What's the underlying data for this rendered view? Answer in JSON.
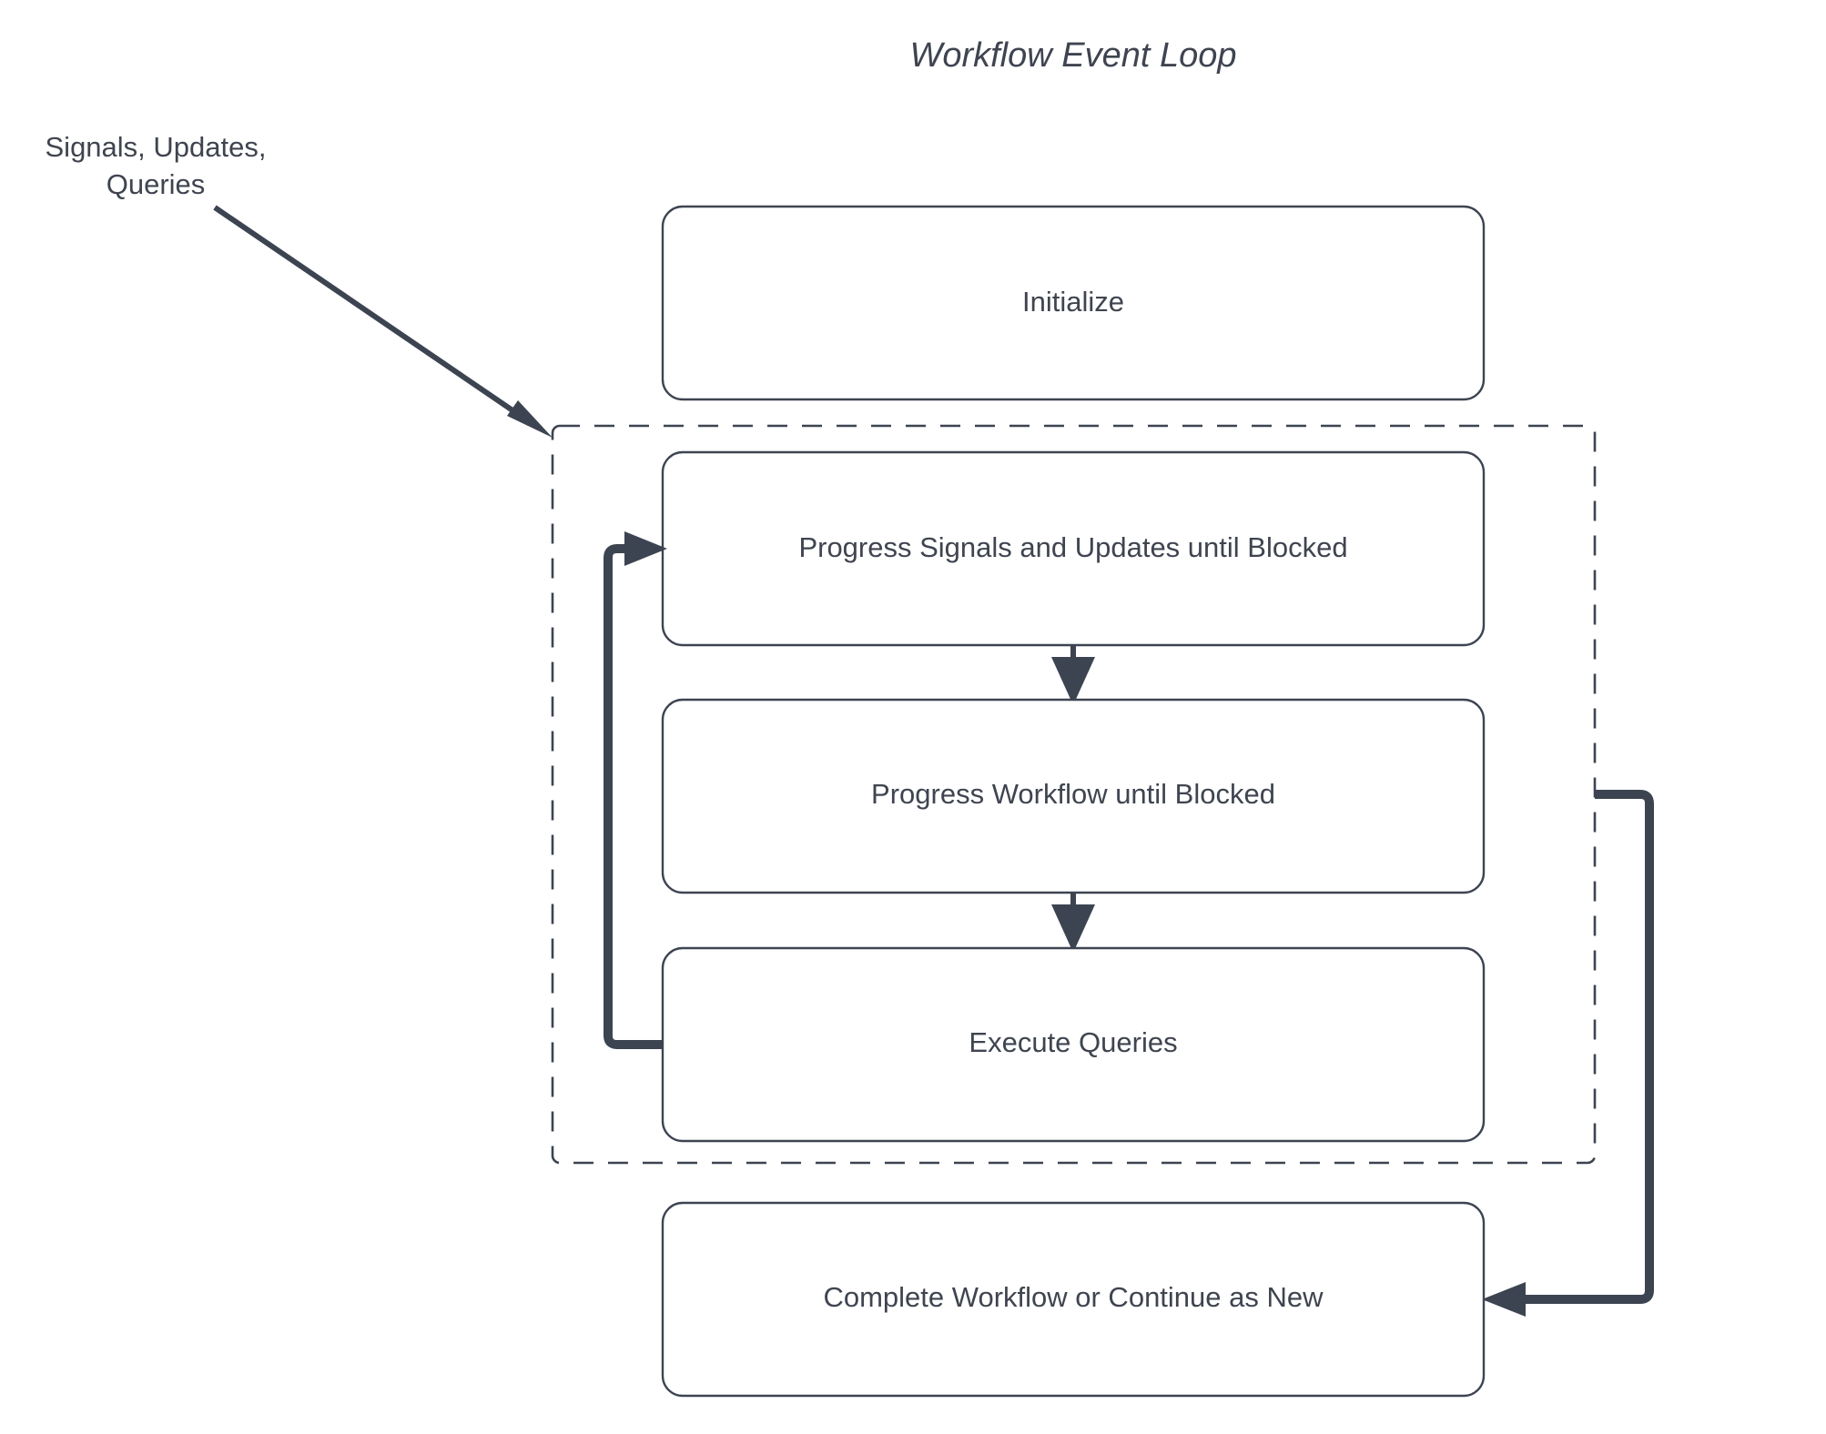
{
  "diagram": {
    "title": "Workflow Event Loop",
    "type": "flowchart",
    "background_color": "#ffffff",
    "stroke_color": "#3d4451",
    "text_color": "#3f4450",
    "external_input_label": {
      "line1": "Signals, Updates,",
      "line2": "Queries"
    },
    "nodes": [
      {
        "id": "initialize",
        "label": "Initialize",
        "shape": "rounded-rect",
        "inside_loop": false
      },
      {
        "id": "progress-signals",
        "label": "Progress Signals and Updates until Blocked",
        "shape": "rounded-rect",
        "inside_loop": true
      },
      {
        "id": "progress-workflow",
        "label": "Progress Workflow until Blocked",
        "shape": "rounded-rect",
        "inside_loop": true
      },
      {
        "id": "execute-queries",
        "label": "Execute Queries",
        "shape": "rounded-rect",
        "inside_loop": true
      },
      {
        "id": "complete-workflow",
        "label": "Complete Workflow or Continue as New",
        "shape": "rounded-rect",
        "inside_loop": false
      }
    ],
    "loop_container": {
      "id": "event-loop-group",
      "style": "dashed",
      "label": ""
    },
    "edges": [
      {
        "from": "external-input",
        "to": "event-loop-group",
        "style": "solid",
        "arrow": true
      },
      {
        "from": "progress-signals",
        "to": "progress-workflow",
        "style": "solid",
        "arrow": true
      },
      {
        "from": "progress-workflow",
        "to": "execute-queries",
        "style": "solid",
        "arrow": true
      },
      {
        "from": "execute-queries",
        "to": "progress-signals",
        "style": "solid",
        "arrow": true
      },
      {
        "from": "event-loop-group",
        "to": "complete-workflow",
        "style": "solid",
        "arrow": true
      }
    ]
  }
}
